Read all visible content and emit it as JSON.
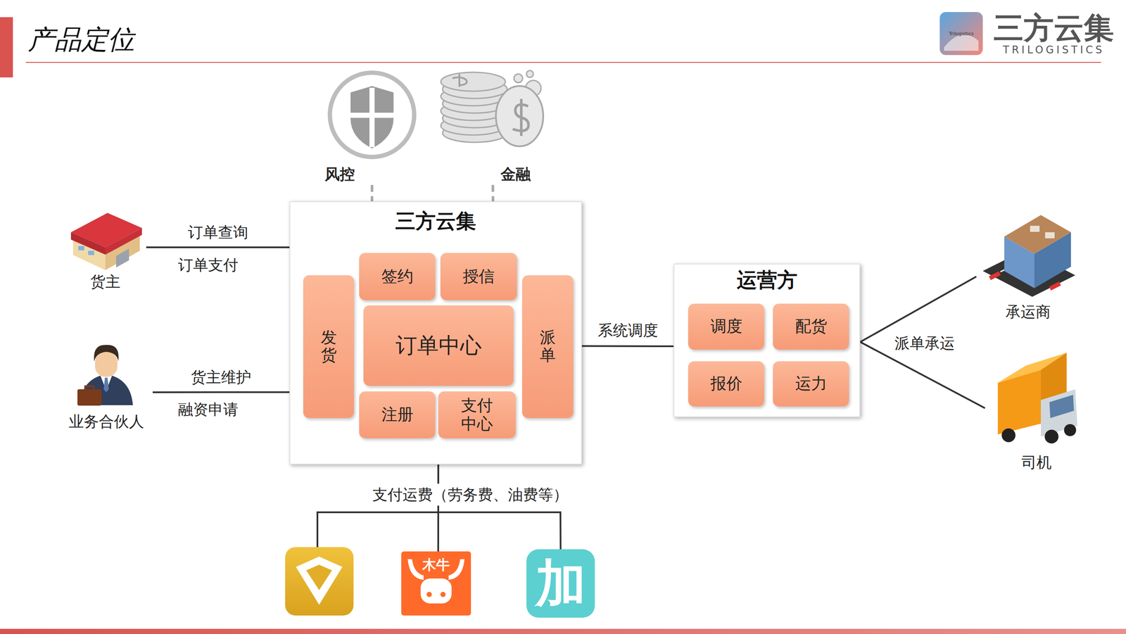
{
  "diagram": {
    "title": "产品定位",
    "nodes": [
      {
        "text": [
          "风控"
        ]
      },
      {
        "text": [
          "金融"
        ]
      },
      {
        "text": [
          "货主"
        ]
      },
      {
        "text": [
          "三方云集"
        ]
      },
      {
        "text": [
          "签约"
        ],
        "in": 3
      },
      {
        "text": [
          "授信"
        ],
        "in": 3
      },
      {
        "text": [
          "发货"
        ],
        "in": 3
      },
      {
        "text": [
          "订单中心"
        ],
        "in": 3
      },
      {
        "text": [
          "派单"
        ],
        "in": 3
      },
      {
        "text": [
          "注册"
        ],
        "in": 3
      },
      {
        "text": [
          "支付 中心"
        ],
        "in": 3
      },
      {
        "text": [
          "业务合伙人"
        ]
      },
      {
        "text": [
          "运营方"
        ]
      },
      {
        "text": [
          "调度"
        ],
        "in": 12
      },
      {
        "text": [
          "配货"
        ],
        "in": 12
      },
      {
        "text": [
          "报价"
        ],
        "in": 12
      },
      {
        "text": [
          "运力"
        ],
        "in": 12
      },
      {
        "text": [
          "承运商"
        ]
      },
      {
        "text": [
          "司机"
        ]
      },
      {
        "text": [
          "木牛"
        ]
      },
      {
        "text": [
          "加"
        ]
      }
    ],
    "edges": [
      {
        "from": 0,
        "to": 3,
        "arrow": "none"
      },
      {
        "from": 1,
        "to": 3,
        "arrow": "none"
      },
      {
        "from": 2,
        "to": 3,
        "label": "订单查询",
        "arrow": "none"
      },
      {
        "from": 11,
        "to": 3,
        "label": "货主维护",
        "arrow": "none"
      },
      {
        "from": 3,
        "to": 12,
        "label": "系统调度",
        "arrow": "none"
      },
      {
        "from": 12,
        "to": 17,
        "label": "派单承运",
        "arrow": "none"
      },
      {
        "from": 12,
        "to": 18,
        "arrow": "none"
      },
      {
        "from": 3,
        "to": 19,
        "label": "支付运费（劳务费、油费等）",
        "arrow": "none"
      },
      {
        "from": 3,
        "to": 20,
        "arrow": "none"
      }
    ],
    "labels": [
      "三方云集",
      "TRILOGISTICS",
      "Trilogistics",
      "订单支付",
      "融资申请"
    ]
  }
}
